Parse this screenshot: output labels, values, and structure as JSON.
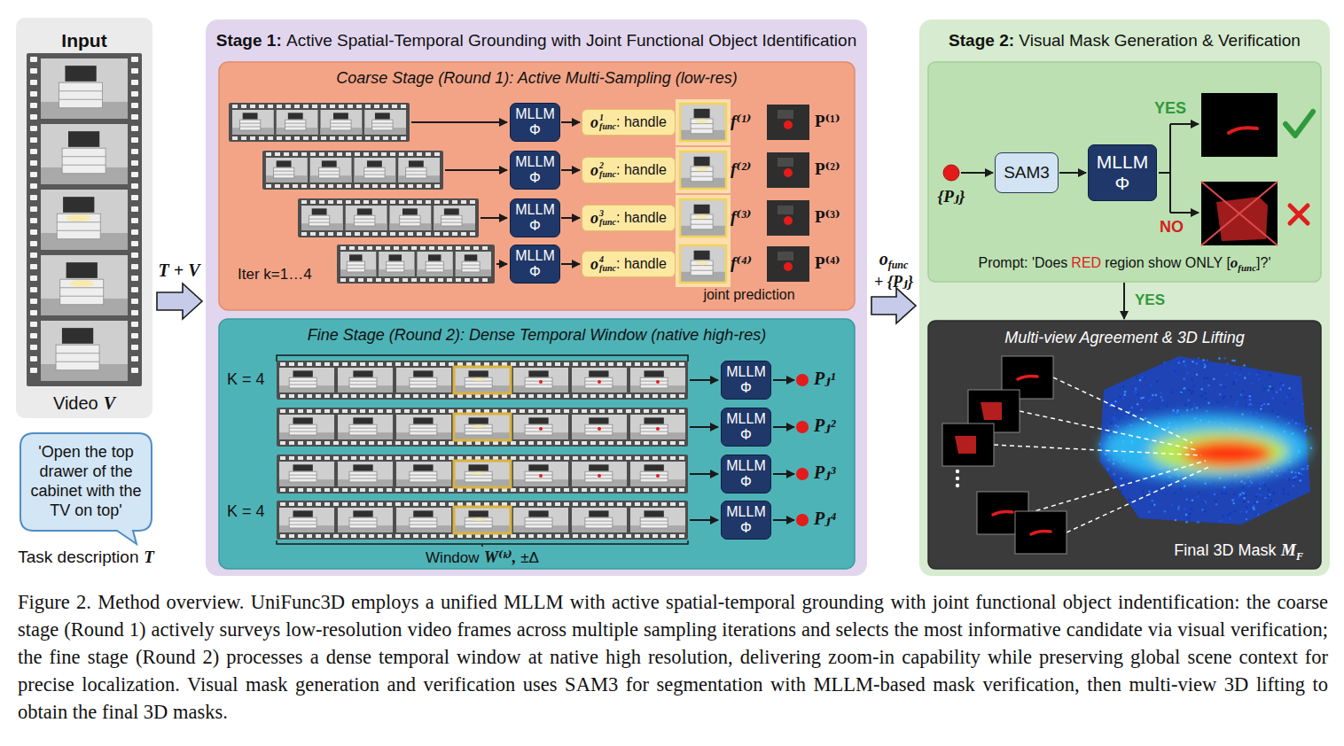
{
  "diagram": {
    "caption": "Figure 2. Method overview. UniFunc3D employs a unified MLLM with active spatial-temporal grounding with joint functional object indentification: the coarse stage (Round 1) actively surveys low-resolution video frames across multiple sampling iterations and selects the most informative candidate via visual verification; the fine stage (Round 2) processes a dense temporal window at native high resolution, delivering zoom-in capability while preserving global scene context for precise localization. Visual mask generation and verification uses SAM3 for segmentation with MLLM-based mask verification, then multi-view 3D lifting to obtain the final 3D masks.",
    "nodes": [
      {
        "text": [
          "Input",
          "Video",
          "V"
        ]
      },
      {
        "text": [
          "'Open the top drawer of the cabinet with the TV on top'",
          "Task description",
          "T"
        ]
      },
      {
        "text": [
          "Stage 1:",
          "Active Spatial-Temporal Grounding with Joint Functional Object Identification"
        ]
      },
      {
        "text": [
          "Coarse Stage (Round 1): Active Multi-Sampling (low-res)"
        ],
        "in": 2
      },
      {
        "text": [
          "MLLM Φ"
        ],
        "in": 3
      },
      {
        "text": [
          "o",
          "1",
          "func",
          ": handle"
        ],
        "in": 3
      },
      {
        "text": [
          "MLLM Φ"
        ],
        "in": 3
      },
      {
        "text": [
          "o",
          "2",
          "func",
          ": handle"
        ],
        "in": 3
      },
      {
        "text": [
          "MLLM Φ"
        ],
        "in": 3
      },
      {
        "text": [
          "o",
          "3",
          "func",
          ": handle"
        ],
        "in": 3
      },
      {
        "text": [
          "MLLM Φ"
        ],
        "in": 3
      },
      {
        "text": [
          "o",
          "4",
          "func",
          ": handle"
        ],
        "in": 3
      },
      {
        "text": [
          "Fine Stage (Round 2): Dense Temporal Window (native high-res)"
        ],
        "in": 2
      },
      {
        "text": [
          "MLLM Φ"
        ],
        "in": 12
      },
      {
        "text": [
          "MLLM Φ"
        ],
        "in": 12
      },
      {
        "text": [
          "MLLM Φ"
        ],
        "in": 12
      },
      {
        "text": [
          "MLLM Φ"
        ],
        "in": 12
      },
      {
        "text": [
          "Stage 2:",
          "Visual Mask Generation & Verification"
        ]
      },
      {
        "text": [
          "Prompt: 'Does",
          "RED",
          "region show ONLY [",
          "o",
          "func",
          "]?'"
        ],
        "in": 17
      },
      {
        "text": [
          "{Pⱼ}"
        ],
        "in": 18
      },
      {
        "text": [
          "SAM3"
        ],
        "in": 18
      },
      {
        "text": [
          "MLLM Φ"
        ],
        "in": 18
      },
      {
        "text": [
          "Multi-view Agreement & 3D Lifting",
          "Final 3D Mask",
          "M",
          "F"
        ],
        "in": 17
      }
    ],
    "edges": [
      {
        "from": 0,
        "to": 2,
        "label": "T + V",
        "arrow": "to"
      },
      {
        "from": 4,
        "to": 5,
        "arrow": "to"
      },
      {
        "from": 6,
        "to": 7,
        "arrow": "to"
      },
      {
        "from": 8,
        "to": 9,
        "arrow": "to"
      },
      {
        "from": 10,
        "to": 11,
        "arrow": "to"
      },
      {
        "from": 2,
        "to": 17,
        "arrow": "to"
      },
      {
        "from": 19,
        "to": 20,
        "arrow": "to"
      },
      {
        "from": 20,
        "to": 21,
        "arrow": "to"
      },
      {
        "from": 18,
        "to": 22,
        "label": "YES",
        "arrow": "to"
      }
    ],
    "labels": [
      "Iter k=1…4",
      "f⁽¹⁾",
      "P⁽¹⁾",
      "f⁽²⁾",
      "P⁽²⁾",
      "f⁽³⁾",
      "P⁽³⁾",
      "f⁽⁴⁾",
      "P⁽⁴⁾",
      "joint prediction",
      "K = 4",
      "Pⱼ¹",
      "Pⱼ²",
      "Pⱼ³",
      "Pⱼ⁴",
      "K = 4",
      "Window",
      "W⁽ᵏ⁾,",
      "±Δ",
      "o",
      "func",
      "+ {Pⱼ}",
      "YES",
      "NO"
    ]
  }
}
